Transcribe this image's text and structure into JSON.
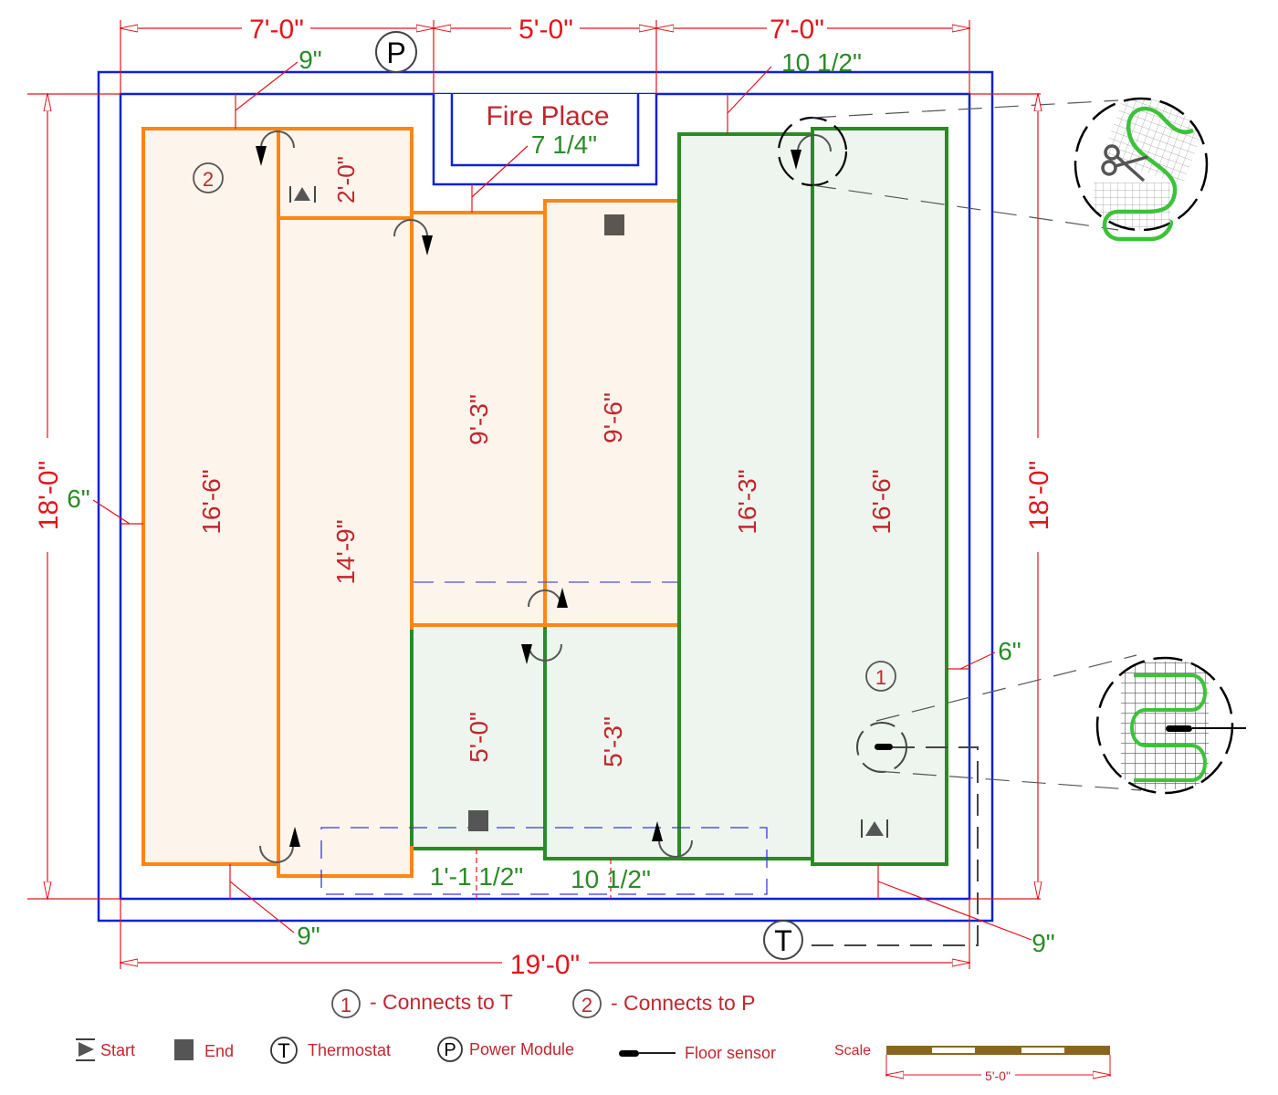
{
  "title": "Floor heating mat layout plan",
  "colors": {
    "wall": "#1020d8",
    "dimension": "#e3141b",
    "offset": "#2a8a26",
    "mat_circuit_2": "#ff8515",
    "mat_circuit_2_fill": "#fdf4ec",
    "mat_circuit_1": "#2b8a26",
    "mat_circuit_1_fill": "#eef5ee",
    "heating_wire": "#3cc23a",
    "symbol": "#555555"
  },
  "dimensions": {
    "top_left": "7'-0\"",
    "top_middle": "5'-0\"",
    "top_right": "7'-0\"",
    "left_height": "18'-0\"",
    "right_height": "18'-0\"",
    "bottom_width": "19'-0\""
  },
  "offsets": {
    "top_left": "9\"",
    "fireplace": "7 1/4\"",
    "top_right": "10 1/2\"",
    "left": "6\"",
    "right": "6\"",
    "bottom_left": "9\"",
    "bottom_right": "9\"",
    "bottom_gap_1": "1'-1 1/2\"",
    "bottom_gap_2": "10 1/2\""
  },
  "fireplace": {
    "label": "Fire Place"
  },
  "mats": [
    {
      "id": "mat-a",
      "circuit": 2,
      "length": "16'-6\""
    },
    {
      "id": "mat-b",
      "circuit": 2,
      "length": "2'-0\""
    },
    {
      "id": "mat-c",
      "circuit": 2,
      "length": "14'-9\""
    },
    {
      "id": "mat-d",
      "circuit": 2,
      "length": "9'-3\""
    },
    {
      "id": "mat-e",
      "circuit": 2,
      "length": "9'-6\""
    },
    {
      "id": "mat-f",
      "circuit": 1,
      "length": "5'-0\""
    },
    {
      "id": "mat-g",
      "circuit": 1,
      "length": "5'-3\""
    },
    {
      "id": "mat-h",
      "circuit": 1,
      "length": "16'-3\""
    },
    {
      "id": "mat-i",
      "circuit": 1,
      "length": "16'-6\""
    }
  ],
  "markers": {
    "circuit_1": "1",
    "circuit_2": "2",
    "power": "P",
    "thermostat": "T"
  },
  "connections": [
    {
      "marker": "1",
      "text": "- Connects to T"
    },
    {
      "marker": "2",
      "text": "- Connects  to P"
    }
  ],
  "legend": {
    "start": "Start",
    "end": "End",
    "thermostat_symbol": "T",
    "thermostat": "Thermostat",
    "power_symbol": "P",
    "power": "Power Module",
    "floor_sensor": "Floor sensor",
    "scale_label": "Scale",
    "scale_value": "5'-0\""
  }
}
